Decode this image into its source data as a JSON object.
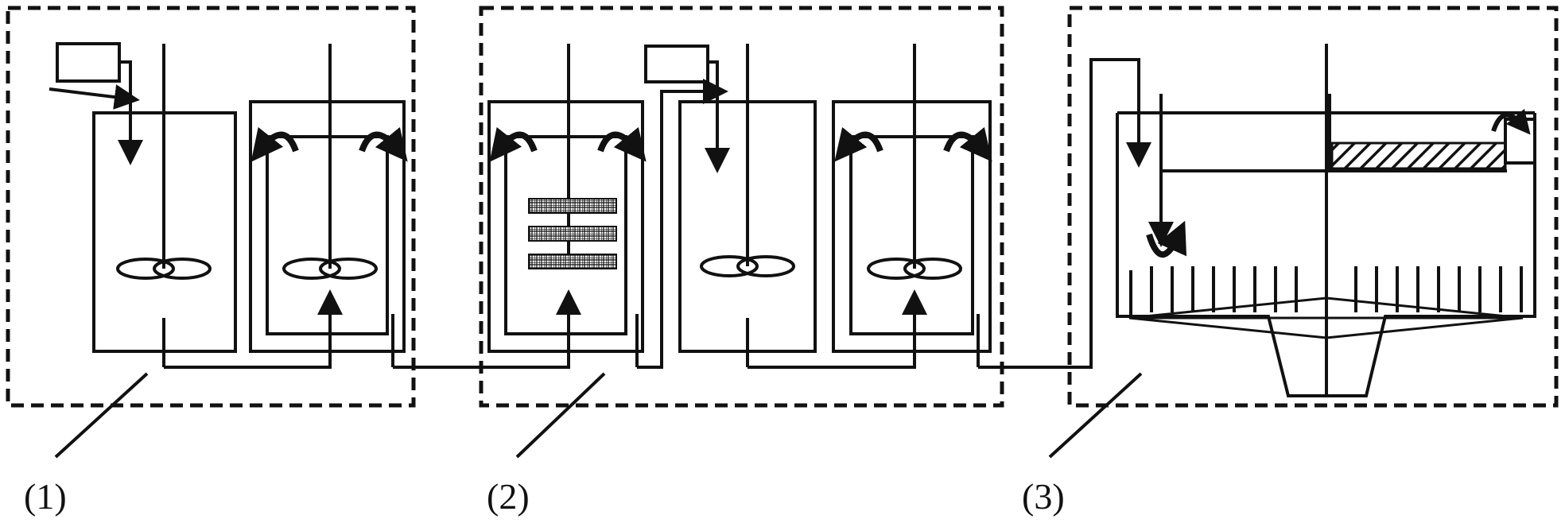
{
  "labels": {
    "section_1": "(1)",
    "section_2": "(2)",
    "section_3": "(3)"
  },
  "colors": {
    "ink": "#111111",
    "paper": "#ffffff"
  }
}
